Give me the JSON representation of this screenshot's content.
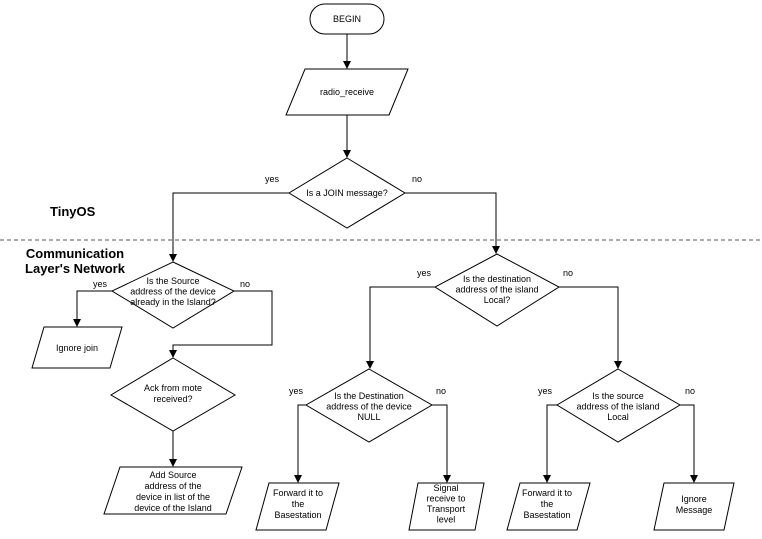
{
  "regions": {
    "tinyos": [
      "TinyOS"
    ],
    "comm": [
      "Communication",
      "Layer's Network"
    ]
  },
  "nodes": {
    "begin": [
      "BEGIN"
    ],
    "radio_receive": [
      "radio_receive"
    ],
    "is_join": [
      "Is a JOIN message?"
    ],
    "src_in_island": [
      "Is the Source",
      "address of the device",
      "already in the Island?"
    ],
    "ignore_join": [
      "Ignore join"
    ],
    "ack": [
      "Ack from mote",
      "received?"
    ],
    "add_source": [
      "Add  Source",
      "address of the",
      "device in list of the",
      "device of the Island"
    ],
    "dest_local": [
      "Is the destination",
      "address of the island",
      "Local?"
    ],
    "dest_null": [
      "Is the Destination",
      "address of the device",
      "NULL"
    ],
    "src_local": [
      "Is the source",
      "address of the island",
      "Local"
    ],
    "forward_1": [
      "Forward it to",
      "the",
      "Basestation"
    ],
    "signal": [
      "Signal",
      "receive to",
      "Transport",
      "level"
    ],
    "forward_2": [
      "Forward it to",
      "the",
      "Basestation"
    ],
    "ignore_msg": [
      "Ignore",
      "Message"
    ]
  },
  "edge_labels": {
    "join_yes": "yes",
    "join_no": "no",
    "src_yes": "yes",
    "src_no": "no",
    "dest_yes": "yes",
    "dest_no": "no",
    "null_yes": "yes",
    "null_no": "no",
    "srclocal_yes": "yes",
    "srclocal_no": "no"
  }
}
